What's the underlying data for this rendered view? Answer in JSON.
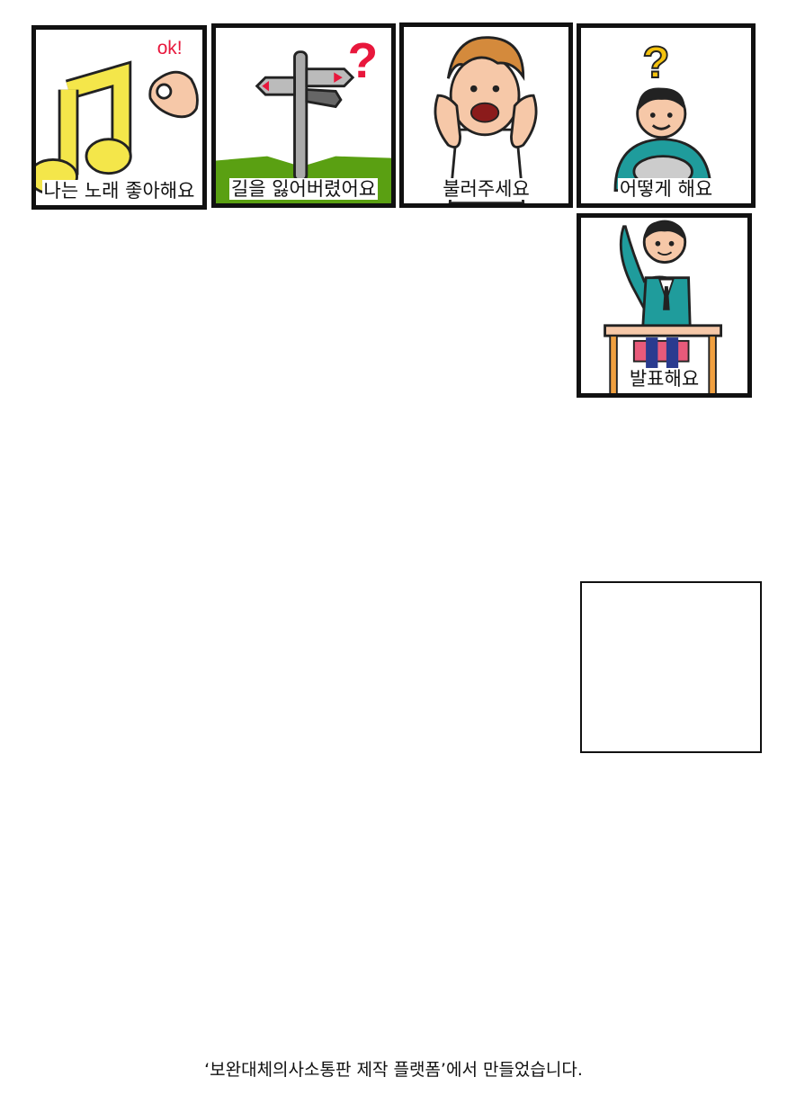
{
  "cards": [
    {
      "label": "나는 노래 좋아해요",
      "icon": "music-note-ok-icon",
      "badge": "ok!"
    },
    {
      "label": "길을 잃어버렸어요",
      "icon": "signpost-question-icon",
      "badge": "?"
    },
    {
      "label": "불러주세요",
      "icon": "boy-shouting-icon"
    },
    {
      "label": "어떻게 해요",
      "icon": "person-question-icon",
      "badge": "?"
    },
    {
      "label": "발표해요",
      "icon": "student-raising-hand-icon"
    }
  ],
  "empty_slot": {
    "label": ""
  },
  "footer": {
    "text": "‘보완대체의사소통판 제작 플랫폼’에서 만들었습니다."
  },
  "colors": {
    "border": "#111111",
    "accent_red": "#e8173c",
    "yellow": "#f4e64a",
    "teal": "#1f9c9c"
  }
}
